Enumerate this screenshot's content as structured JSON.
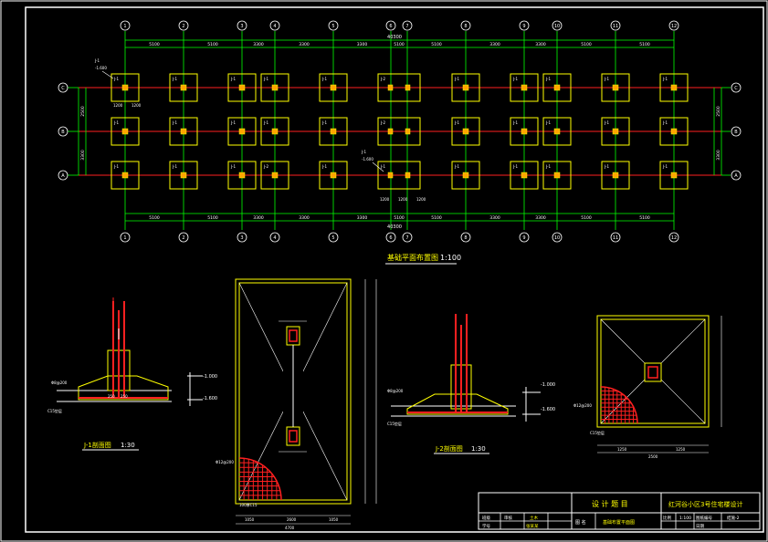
{
  "plan": {
    "title": "基础平面布置图",
    "scale": "1:100",
    "grid_numbers": [
      "1",
      "2",
      "3",
      "4",
      "5",
      "6",
      "7",
      "8",
      "9",
      "10",
      "11",
      "12"
    ],
    "row_letters": [
      "C",
      "B",
      "A"
    ],
    "overall_dim": "40300",
    "bay_dims": [
      "5100",
      "5100",
      "3300",
      "3300",
      "3300",
      "5100",
      "5100",
      "3300",
      "3300",
      "5100",
      "5100"
    ],
    "row_dims": [
      "2500",
      "3300"
    ],
    "callout_main": "J-1",
    "callout_sub": "-1.600",
    "sub_dims": [
      "1200",
      "1200",
      "1200"
    ],
    "base_labels": [
      [
        "J-1",
        "J-1",
        "J-1",
        "J-1",
        "J-1",
        "J-2",
        "J-1",
        "J-1",
        "J-1",
        "J-1",
        "J-1"
      ],
      [
        "J-1",
        "J-1",
        "J-1",
        "J-1",
        "J-1",
        "J-2",
        "J-1",
        "J-1",
        "J-1",
        "J-1",
        "J-1"
      ],
      [
        "J-1",
        "J-1",
        "J-1",
        "J-2",
        "J-1",
        "J-1",
        "J-1",
        "J-1",
        "J-1",
        "J-1",
        "J-1"
      ]
    ]
  },
  "section1": {
    "title": "J-1剖面图",
    "scale": "1:30",
    "elev_top": "-1.000",
    "elev_bottom": "-1.600",
    "rebar_note": "Φ8@200",
    "base_note": "C15垫层",
    "dims": [
      "250",
      "250"
    ]
  },
  "section2": {
    "title": "J-2剖面图",
    "scale": "1:30",
    "elev_top": "-1.000",
    "elev_bottom": "-1.600",
    "rebar_note": "Φ8@200",
    "base_note": "C15垫层"
  },
  "detail1": {
    "rebar_note": "Φ12@200",
    "pad_note": "100厚C15",
    "dims_bottom": [
      "1050",
      "2600",
      "1050"
    ],
    "total": "4700"
  },
  "detail2": {
    "rebar_note": "Φ12@200",
    "pad_note": "C15垫层",
    "dims_bottom": [
      "1250",
      "1250"
    ],
    "total": "2500"
  },
  "title_block": {
    "design_label": "设 计 题 目",
    "project": "红河谷小区3号住宅楼设计",
    "drawing_label": "图 名",
    "drawing_name": "基础布置平面图",
    "rows": [
      {
        "k": "班级",
        "v": "土木"
      },
      {
        "k": "学号",
        "v": "张某某"
      }
    ],
    "scale_label": "比例",
    "scale_value": "1:100",
    "sheet_label": "图纸编号",
    "sheet_value": "结施-2",
    "date_label": "日期",
    "check_label": "审核"
  },
  "colors": {
    "frame": "#ffffff",
    "grid": "#00ff00",
    "beam": "#ff2020",
    "footing": "#ffff00",
    "column": "#ffa500",
    "label_green": "#00ff00",
    "cyan": "#00ffff",
    "white": "#ffffff"
  }
}
